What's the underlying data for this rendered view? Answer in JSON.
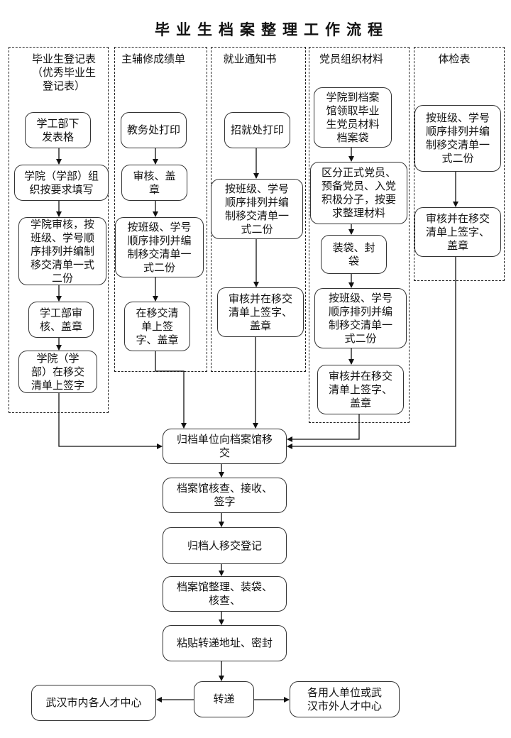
{
  "title": "毕业生档案整理工作流程",
  "lanes": [
    {
      "label": "毕业生登记表\n（优秀毕业生\n登记表）",
      "steps": [
        "学工部下\n发表格",
        "学院（学部）组\n织按要求填写",
        "学院审核，按\n班级、学号顺\n序排列并编制\n移交清单一式\n二份",
        "学工部审\n核、盖章",
        "学院（学\n部）在移交\n清单上签字"
      ]
    },
    {
      "label": "主辅修成绩单",
      "steps": [
        "教务处打印",
        "审核、盖\n章",
        "按班级、学号\n顺序排列并编\n制移交清单一\n式二份",
        "在移交清\n单上签\n字、盖章"
      ]
    },
    {
      "label": "就业通知书",
      "steps": [
        "招就处打印",
        "按班级、学号\n顺序排列并编\n制移交清单一\n式二份",
        "审核并在移交\n清单上签字、\n盖章"
      ]
    },
    {
      "label": "党员组织材料",
      "steps": [
        "学院到档案\n馆领取毕业\n生党员材料\n档案袋",
        "区分正式党员、\n预备党员、入党\n积极分子，按要\n求整理材料",
        "装袋、封\n袋",
        "按班级、学号\n顺序排列并编\n制移交清单一\n式二份",
        "审核并在移交\n清单上签字、\n盖章"
      ]
    },
    {
      "label": "体检表",
      "steps": [
        "按班级、学号\n顺序排列并编\n制移交清单一\n式二份",
        "审核并在移交\n清单上签字、\n盖章"
      ]
    }
  ],
  "main_flow": [
    "归档单位向档案馆移\n交",
    "档案馆核查、接收、\n签字",
    "归档人移交登记",
    "档案馆整理、装袋、\n核查、",
    "粘贴转递地址、密封",
    "转递"
  ],
  "destinations": {
    "left": "武汉市内各人才中心",
    "right": "各用人单位或武\n汉市外人才中心"
  }
}
